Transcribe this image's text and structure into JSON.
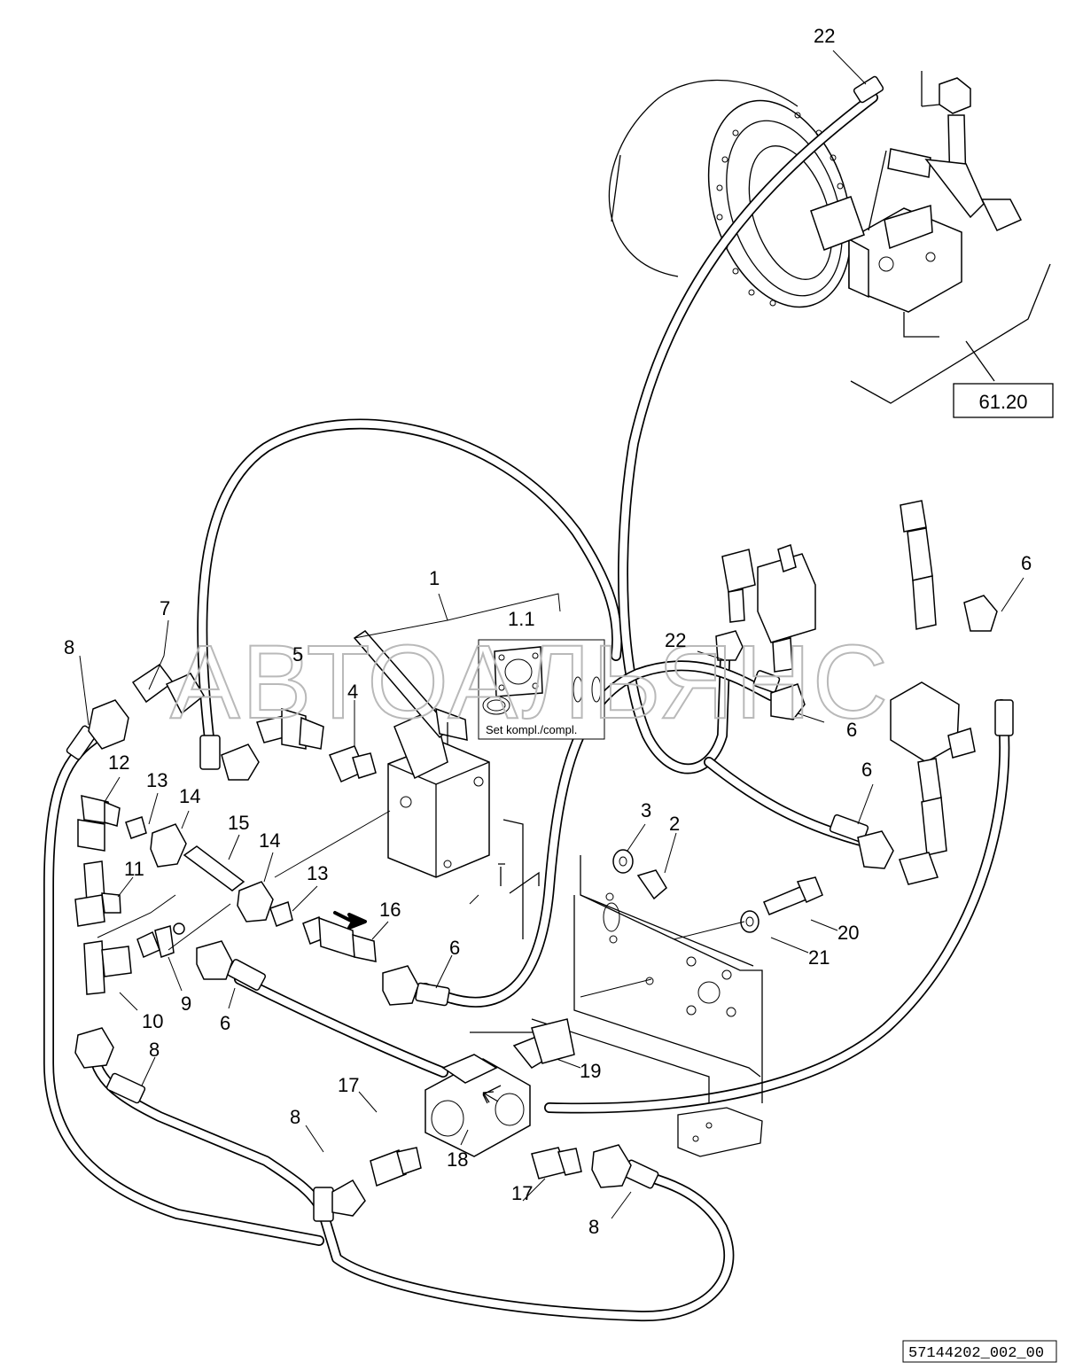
{
  "callouts": [
    {
      "id": "c22a",
      "label": "22"
    },
    {
      "id": "c1",
      "label": "1"
    },
    {
      "id": "c1_1",
      "label": "1.1"
    },
    {
      "id": "c7",
      "label": "7"
    },
    {
      "id": "c8a",
      "label": "8"
    },
    {
      "id": "c5",
      "label": "5"
    },
    {
      "id": "c4",
      "label": "4"
    },
    {
      "id": "c22b",
      "label": "22"
    },
    {
      "id": "c6a",
      "label": "6"
    },
    {
      "id": "c6b",
      "label": "6"
    },
    {
      "id": "c6c",
      "label": "6"
    },
    {
      "id": "c12",
      "label": "12"
    },
    {
      "id": "c13a",
      "label": "13"
    },
    {
      "id": "c14a",
      "label": "14"
    },
    {
      "id": "c15",
      "label": "15"
    },
    {
      "id": "c14b",
      "label": "14"
    },
    {
      "id": "c11",
      "label": "11"
    },
    {
      "id": "c13b",
      "label": "13"
    },
    {
      "id": "c16",
      "label": "16"
    },
    {
      "id": "c3",
      "label": "3"
    },
    {
      "id": "c2",
      "label": "2"
    },
    {
      "id": "c20",
      "label": "20"
    },
    {
      "id": "c21",
      "label": "21"
    },
    {
      "id": "c6d",
      "label": "6"
    },
    {
      "id": "c9",
      "label": "9"
    },
    {
      "id": "c10",
      "label": "10"
    },
    {
      "id": "c6e",
      "label": "6"
    },
    {
      "id": "c8b",
      "label": "8"
    },
    {
      "id": "c17a",
      "label": "17"
    },
    {
      "id": "c19",
      "label": "19"
    },
    {
      "id": "c8c",
      "label": "8"
    },
    {
      "id": "c18",
      "label": "18"
    },
    {
      "id": "c17b",
      "label": "17"
    },
    {
      "id": "c8d",
      "label": "8"
    }
  ],
  "kit_label": "Set kompl./compl.",
  "reference_box": "61.20",
  "figure_id": "57144202_002_00",
  "watermark": "АВТОАЛЬЯНС"
}
